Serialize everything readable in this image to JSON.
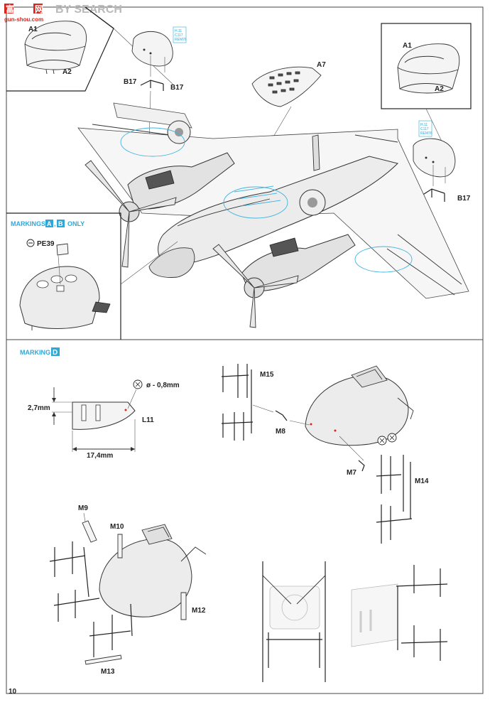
{
  "watermark": {
    "cn": "富",
    "cn2": "网",
    "text": "BY SEARCH",
    "sub": "gun-shou.com"
  },
  "page_number": "10",
  "colors": {
    "accent": "#2fa8d8",
    "line": "#333333"
  },
  "top_section": {
    "parts": {
      "A1": "A1",
      "A2": "A2",
      "A7": "A7",
      "B17": "B17",
      "PE39": "PE39"
    },
    "markings_label": {
      "prefix": "MARKINGS",
      "a": "A",
      "sep": ",",
      "b": "B",
      "suffix": "ONLY"
    },
    "ref_codes": [
      "H.11",
      "C117",
      "REM76"
    ]
  },
  "bottom_section": {
    "marking_label": {
      "prefix": "MARKING",
      "letter": "D"
    },
    "dimensions": {
      "height": "2,7mm",
      "width": "17,4mm",
      "drill": "ø - 0,8mm"
    },
    "parts": {
      "L11": "L11",
      "M7": "M7",
      "M8": "M8",
      "M9": "M9",
      "M10": "M10",
      "M12": "M12",
      "M13": "M13",
      "M14": "M14",
      "M15": "M15"
    }
  }
}
